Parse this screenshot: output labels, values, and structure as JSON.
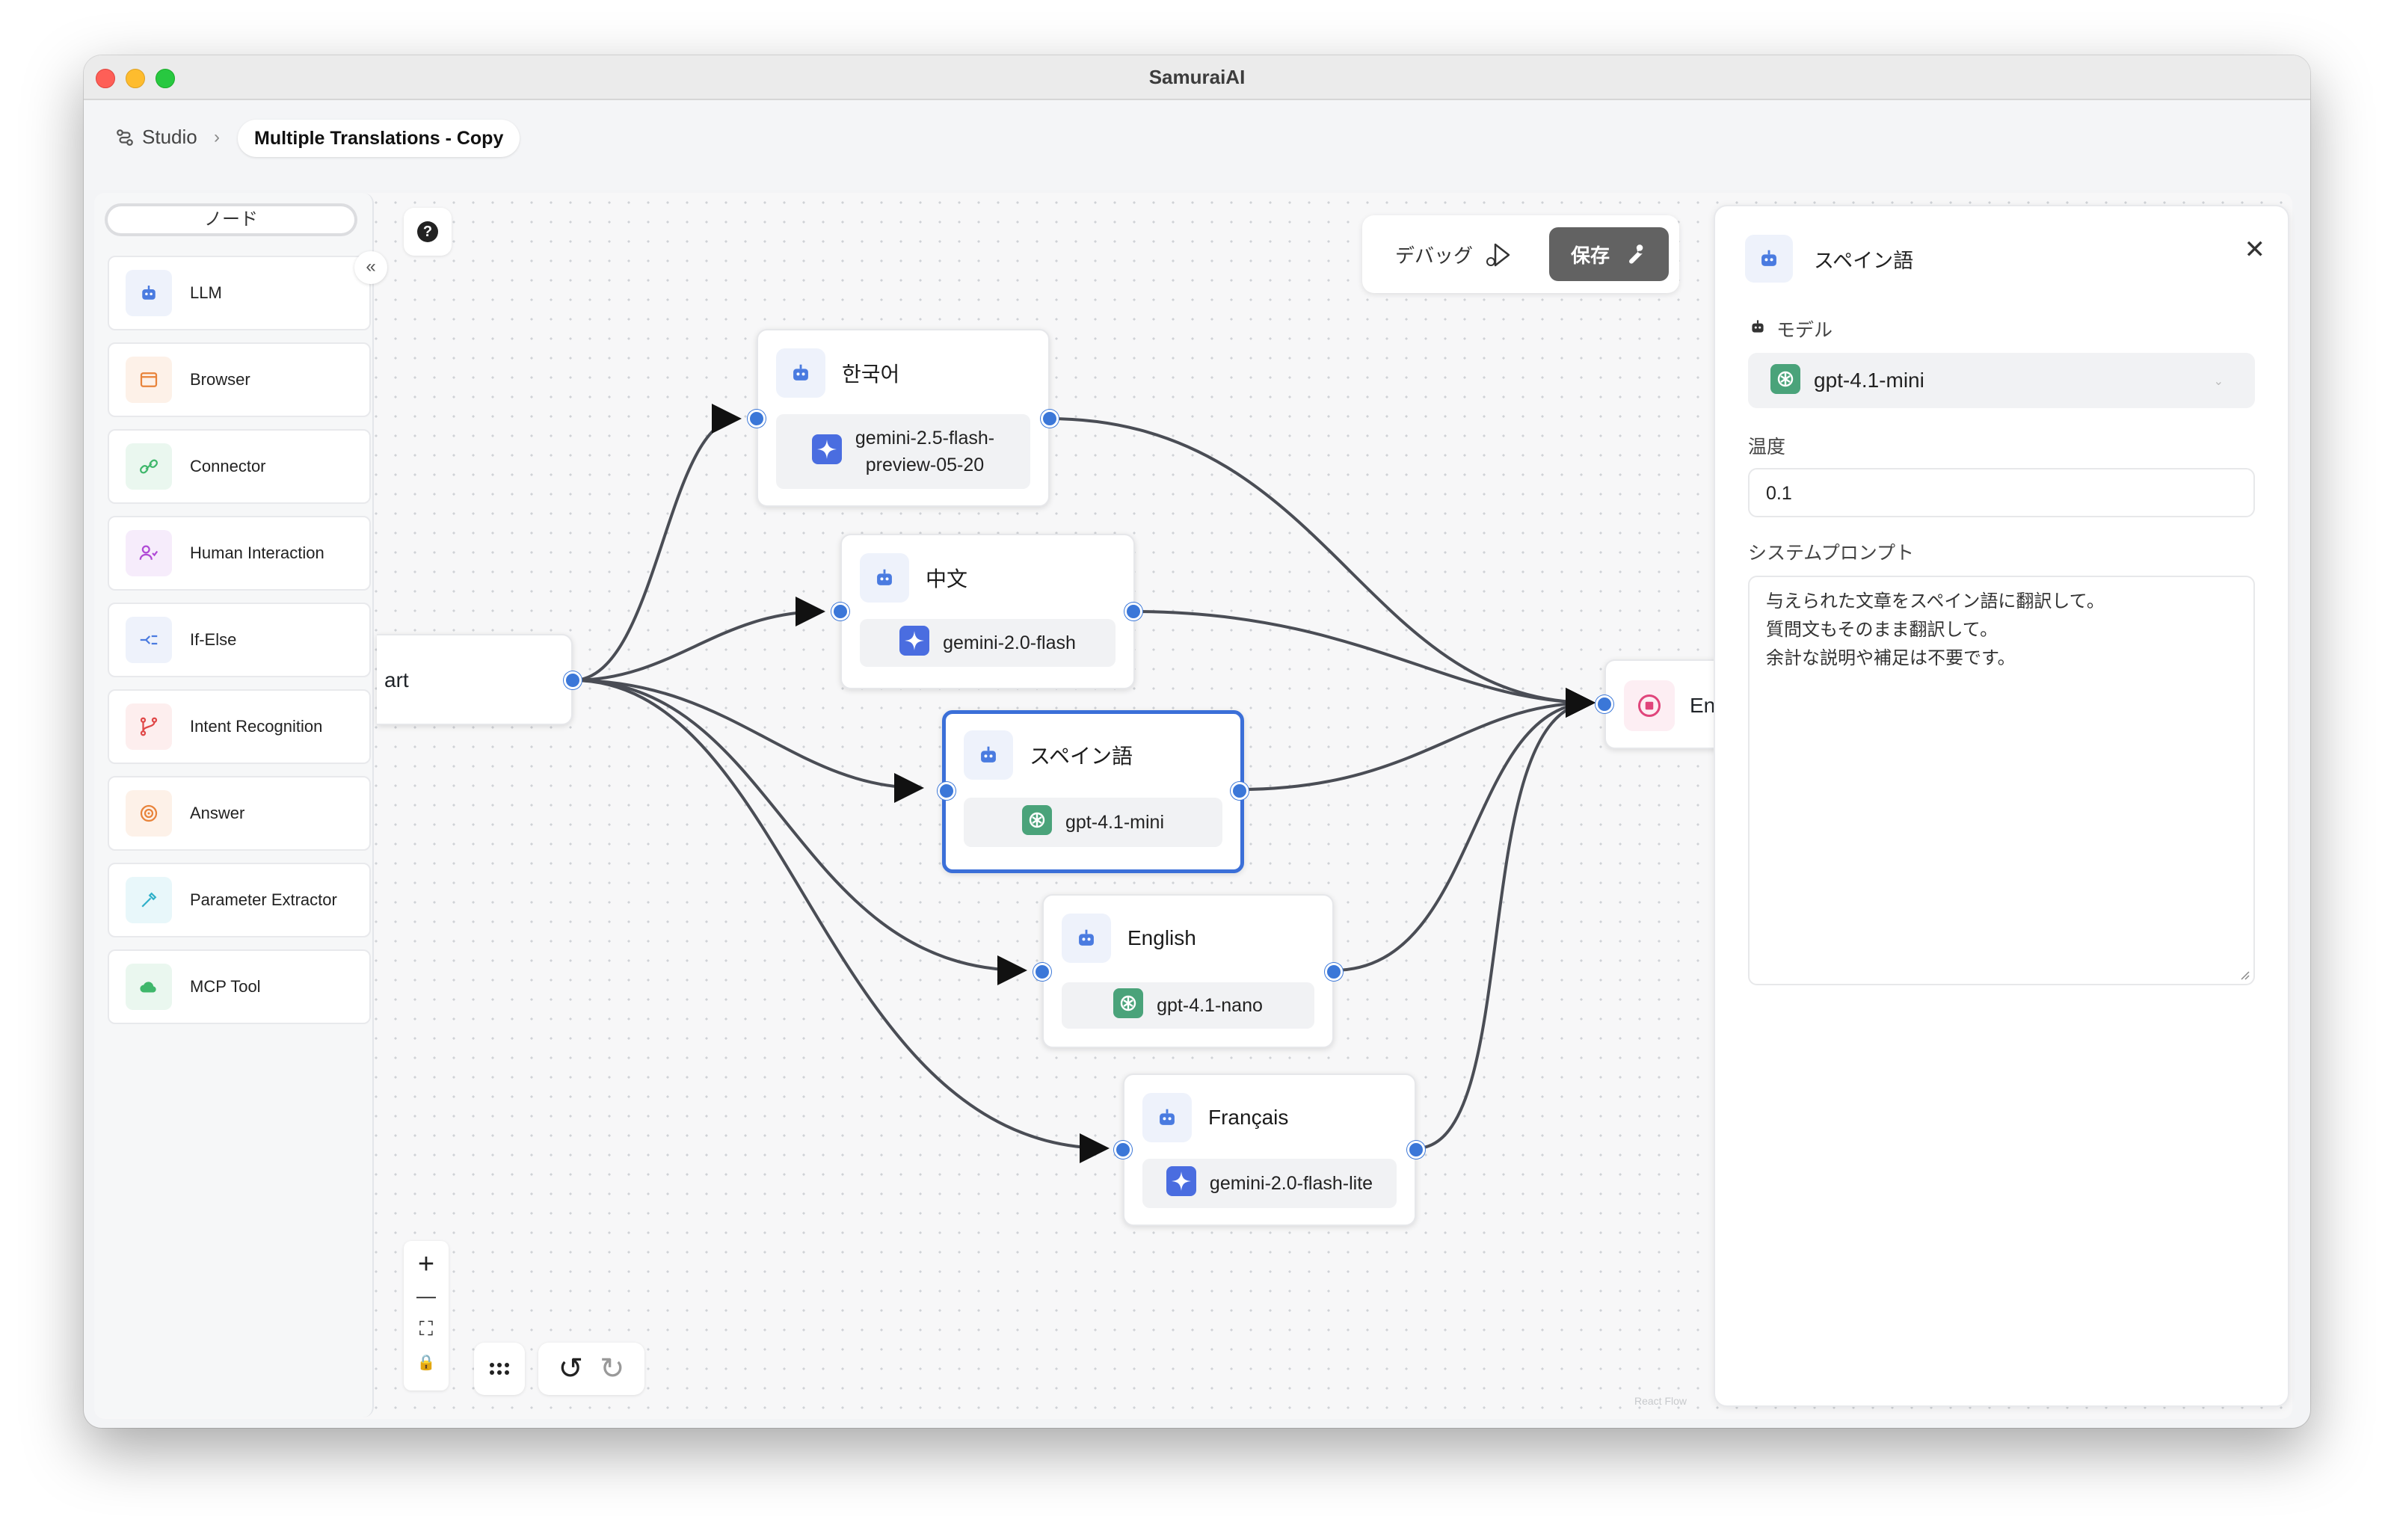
{
  "window": {
    "title": "SamuraiAI"
  },
  "breadcrumb": {
    "home": "Studio",
    "separator": "›",
    "current": "Multiple Translations - Copy"
  },
  "sidebar": {
    "header": "ノード",
    "collapse_glyph": "«",
    "items": [
      {
        "label": "LLM",
        "icon": "robot-icon",
        "color": "#4a7be0",
        "bg": "#eef2fb"
      },
      {
        "label": "Browser",
        "icon": "browser-icon",
        "color": "#e8833a",
        "bg": "#fdf1e8"
      },
      {
        "label": "Connector",
        "icon": "link-icon",
        "color": "#3fb76b",
        "bg": "#eaf7ef"
      },
      {
        "label": "Human Interaction",
        "icon": "user-check-icon",
        "color": "#b04ad6",
        "bg": "#f6ecfb"
      },
      {
        "label": "If-Else",
        "icon": "branch-icon",
        "color": "#4a7be0",
        "bg": "#eef2fb"
      },
      {
        "label": "Intent Recognition",
        "icon": "git-fork-icon",
        "color": "#e04848",
        "bg": "#fdeeee"
      },
      {
        "label": "Answer",
        "icon": "target-icon",
        "color": "#e8833a",
        "bg": "#fdf1e8"
      },
      {
        "label": "Parameter Extractor",
        "icon": "pipette-icon",
        "color": "#2fb0c9",
        "bg": "#e8f7fa"
      },
      {
        "label": "MCP Tool",
        "icon": "cloud-icon",
        "color": "#3fb76b",
        "bg": "#eaf7ef"
      }
    ]
  },
  "help": {
    "glyph": "?"
  },
  "actions": {
    "debug_label": "デバッグ",
    "save_label": "保存"
  },
  "nodes": {
    "start": {
      "label": "art"
    },
    "korean": {
      "title": "한국어",
      "model_line1": "gemini-2.5-flash-",
      "model_line2": "preview-05-20",
      "model_icon": "gemini-icon"
    },
    "chinese": {
      "title": "中文",
      "model": "gemini-2.0-flash",
      "model_icon": "gemini-icon"
    },
    "spanish": {
      "title": "スペイン語",
      "model": "gpt-4.1-mini",
      "model_icon": "openai-icon"
    },
    "english": {
      "title": "English",
      "model": "gpt-4.1-nano",
      "model_icon": "openai-icon"
    },
    "french": {
      "title": "Français",
      "model": "gemini-2.0-flash-lite",
      "model_icon": "gemini-icon"
    },
    "end": {
      "label": "En"
    }
  },
  "controls": {
    "zoom_in": "+",
    "zoom_out": "—",
    "fit": "⛶",
    "lock": "🔒",
    "undo": "↺",
    "redo": "↻"
  },
  "panel": {
    "title": "スペイン語",
    "close": "✕",
    "model_label": "モデル",
    "model_value": "gpt-4.1-mini",
    "temperature_label": "温度",
    "temperature_value": "0.1",
    "system_prompt_label": "システムプロンプト",
    "system_prompt_lines": [
      "与えられた文章をスペイン語に翻訳して。",
      "質問文もそのまま翻訳して。",
      "余計な説明や補足は不要です。"
    ]
  },
  "watermark": "React Flow",
  "colors": {
    "accent": "#3b77d8",
    "edge": "#4a4d55",
    "save_bg": "#626262",
    "openai": "#4aa37a",
    "gemini": "#4a6de0"
  }
}
